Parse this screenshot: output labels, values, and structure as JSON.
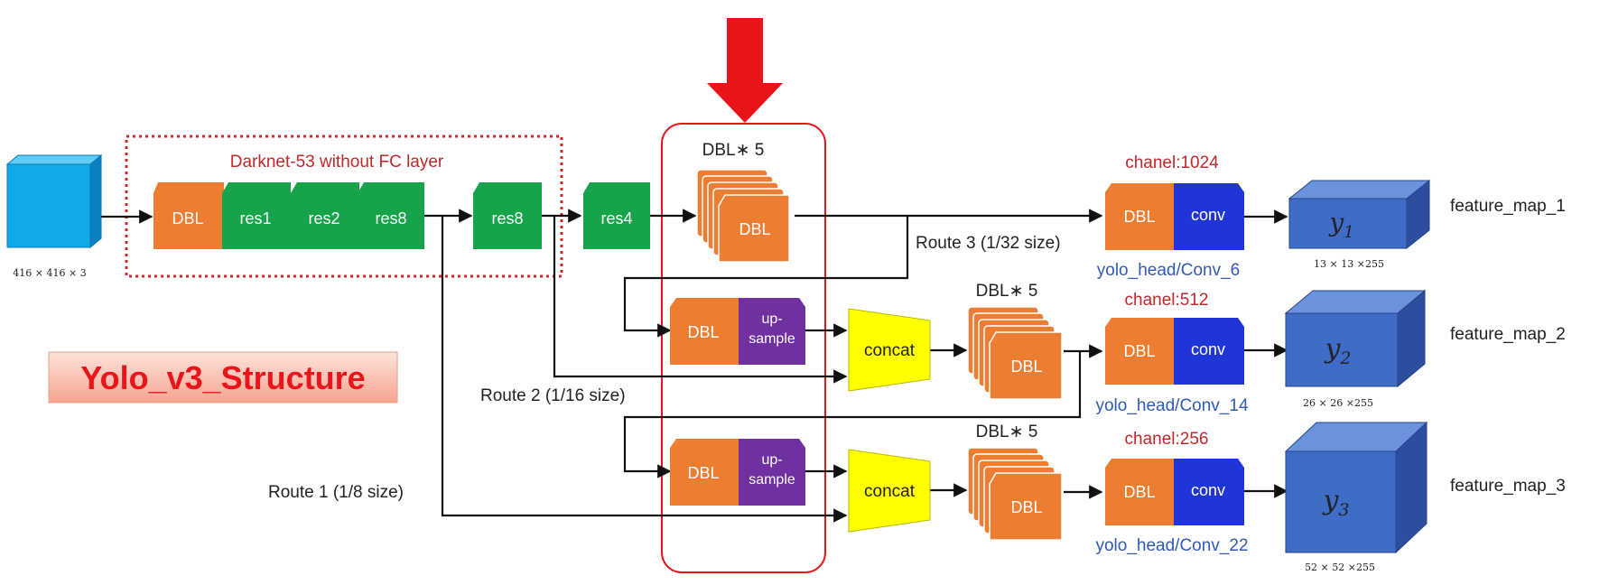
{
  "title": "Yolo_v3_Structure",
  "darknet_label": "Darknet-53 without FC layer",
  "input_size": "416 × 416 × 3",
  "blocks": {
    "dbl": "DBL",
    "res1": "res1",
    "res2": "res2",
    "res8": "res8",
    "res4": "res4",
    "conv": "conv",
    "upsample_line1": "up-",
    "upsample_line2": "sample",
    "concat": "concat"
  },
  "dbl_x5": "DBL∗ 5",
  "routes": {
    "route1": "Route 1 (1/8 size)",
    "route2": "Route 2 (1/16 size)",
    "route3": "Route 3 (1/32 size)"
  },
  "heads": [
    {
      "chanel": "chanel:1024",
      "name": "yolo_head/Conv_6",
      "out_letter": "y",
      "out_sub": "1",
      "size": "13 × 13 ×255",
      "feature": "feature_map_1"
    },
    {
      "chanel": "chanel:512",
      "name": "yolo_head/Conv_14",
      "out_letter": "y",
      "out_sub": "2",
      "size": "26 × 26 ×255",
      "feature": "feature_map_2"
    },
    {
      "chanel": "chanel:256",
      "name": "yolo_head/Conv_22",
      "out_letter": "y",
      "out_sub": "3",
      "size": "52 × 52 ×255",
      "feature": "feature_map_3"
    }
  ],
  "colors": {
    "dbl": "#ed7d31",
    "res": "#16a34a",
    "conv": "#1f35d8",
    "upsample": "#7030a0",
    "concat": "#ffff00",
    "input": "#12a9e8",
    "output": "#3e6cc6",
    "highlight": "#e8141a"
  }
}
